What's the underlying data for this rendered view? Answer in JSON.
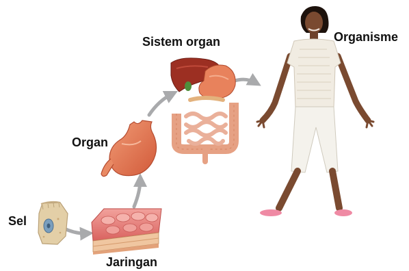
{
  "diagram": {
    "labels": {
      "sel": "Sel",
      "jaringan": "Jaringan",
      "organ": "Organ",
      "sistem_organ": "Sistem organ",
      "organisme": "Organisme"
    },
    "colors": {
      "arrow": "#a9aaac",
      "stomach": "#e2764f",
      "liver": "#9c2f22",
      "intestine": "#e8a98c",
      "tissue": "#e47d79",
      "cell": "#e3cfa7",
      "skin": "#7a4a30",
      "shirt": "#f1ece2",
      "pants": "#f4f2ec"
    }
  }
}
